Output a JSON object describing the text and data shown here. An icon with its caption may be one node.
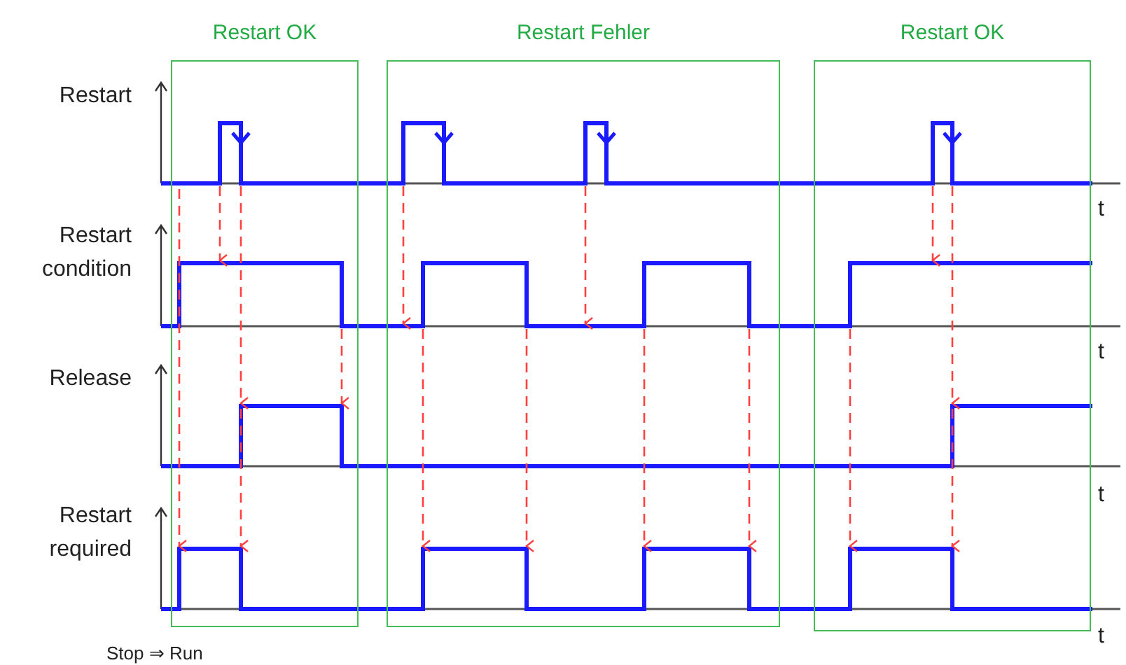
{
  "diagram": {
    "nodes": [
      {
        "text": [
          "Restart OK"
        ]
      },
      {
        "text": [
          "Restart Fehler"
        ]
      },
      {
        "text": [
          "Restart OK"
        ]
      }
    ],
    "edges": [],
    "labels": [
      "Restart",
      "t",
      "Restart condition",
      "t",
      "Release",
      "t",
      "Restart required",
      "t",
      "Stop ⇒ Run"
    ]
  }
}
